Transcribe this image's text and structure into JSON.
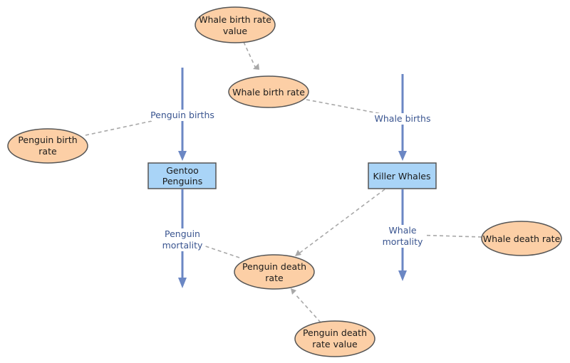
{
  "stocks": {
    "gentoo_penguins": [
      "Gentoo",
      "Penguins"
    ],
    "killer_whales": [
      "Killer Whales"
    ]
  },
  "flows": {
    "penguin_births": [
      "Penguin births"
    ],
    "penguin_mortality": [
      "Penguin",
      "mortality"
    ],
    "whale_births": [
      "Whale births"
    ],
    "whale_mortality": [
      "Whale",
      "mortality"
    ]
  },
  "variables": {
    "whale_birth_rate_value": [
      "Whale birth rate",
      "value"
    ],
    "whale_birth_rate": [
      "Whale birth rate"
    ],
    "penguin_birth_rate": [
      "Penguin birth",
      "rate"
    ],
    "penguin_death_rate": [
      "Penguin death",
      "rate"
    ],
    "penguin_death_rate_value": [
      "Penguin death",
      "rate value"
    ],
    "whale_death_rate": [
      "Whale death rate"
    ]
  },
  "colors": {
    "variable_fill": "#fccfa6",
    "stock_fill": "#a9d4f7",
    "flow": "#6b87c4",
    "link": "#a8a8a8",
    "flow_label": "#3a5590"
  }
}
